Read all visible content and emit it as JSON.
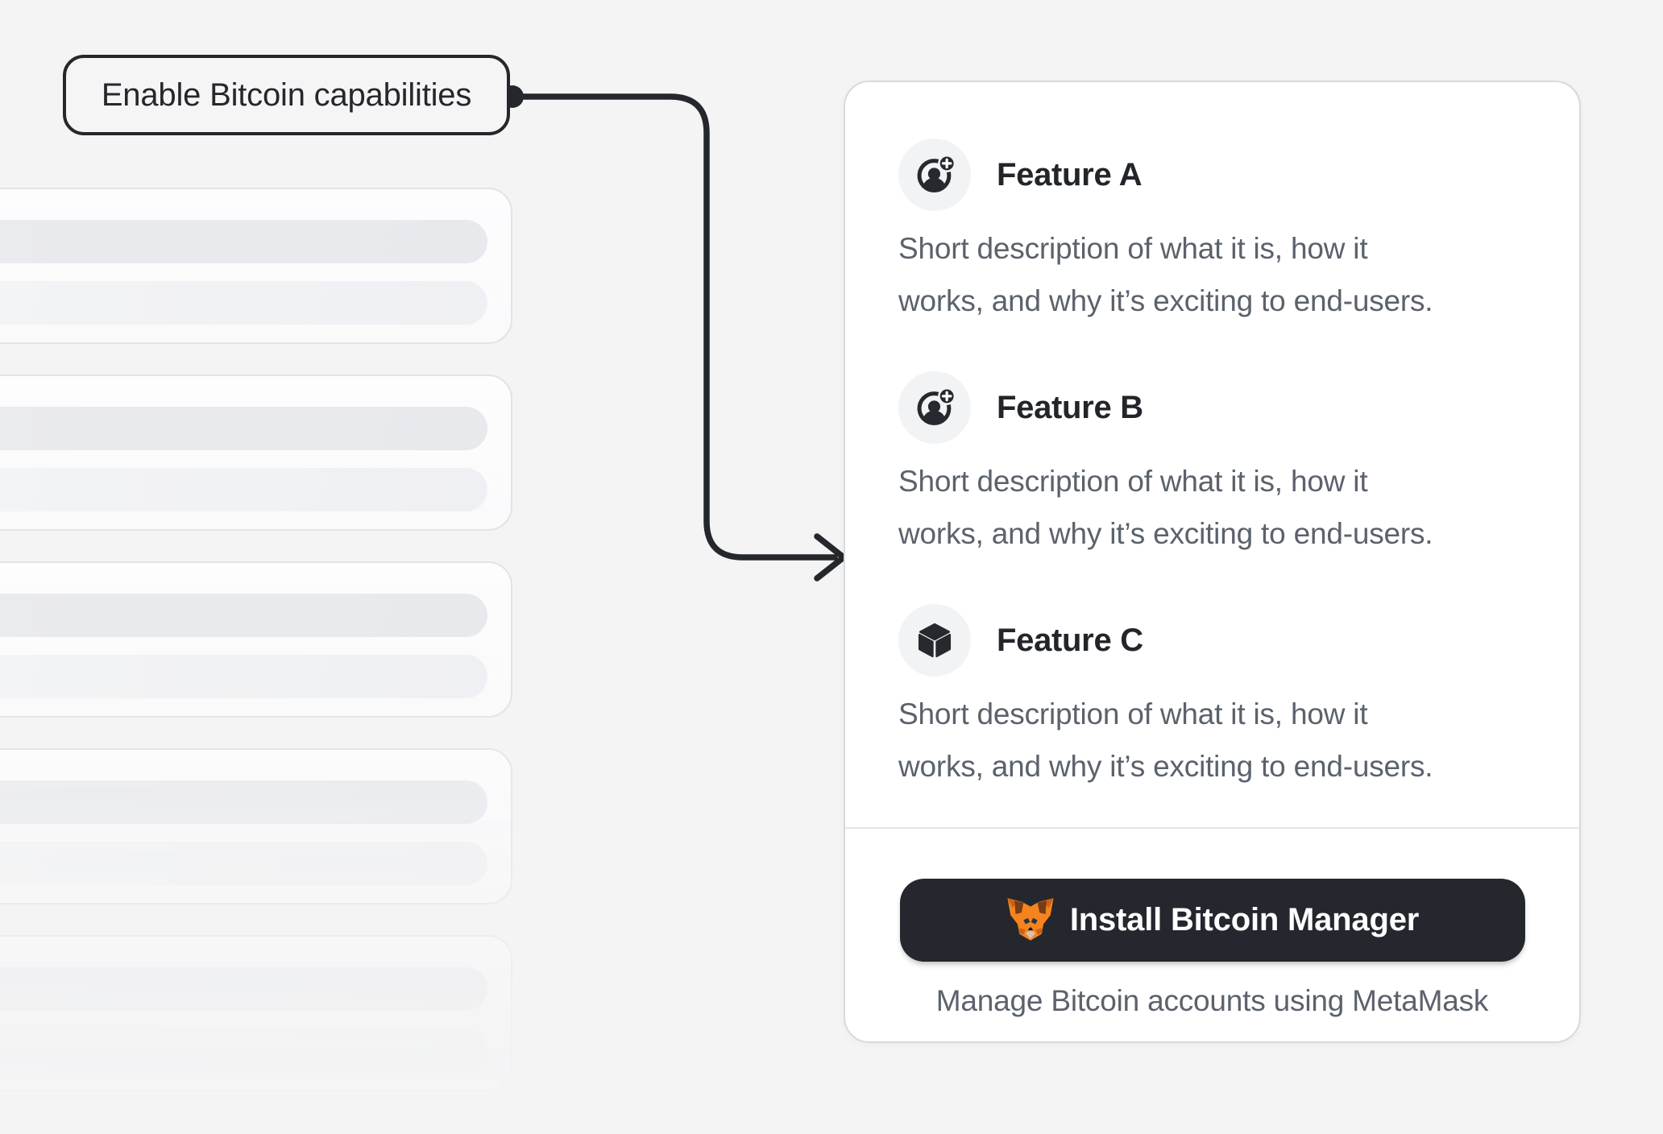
{
  "callout": {
    "label": "Enable Bitcoin capabilities",
    "connector": "arrow-right-icon"
  },
  "skeleton": {
    "card_count": 5,
    "bars_per_card": 2
  },
  "panel": {
    "features": [
      {
        "title": "Feature A",
        "icon": "account-add-icon",
        "description": "Short description of what it is, how it\nworks, and why it’s exciting to end-users."
      },
      {
        "title": "Feature B",
        "icon": "account-add-icon",
        "description": "Short description of what it is, how it\nworks, and why it’s exciting to end-users."
      },
      {
        "title": "Feature C",
        "icon": "cube-icon",
        "description": "Short description of what it is, how it\nworks, and why it’s exciting to end-users."
      }
    ],
    "footer": {
      "button_icon": "metamask-fox-icon",
      "button_label": "Install Bitcoin Manager",
      "caption": "Manage Bitcoin accounts using MetaMask"
    }
  },
  "colors": {
    "page_bg": "#f4f4f5",
    "card_bg": "#ffffff",
    "button_bg": "#24272d",
    "accent_dark": "#24272c",
    "text_primary": "#222529",
    "text_secondary": "#5b626c",
    "fox_orange": "#f5841f"
  }
}
